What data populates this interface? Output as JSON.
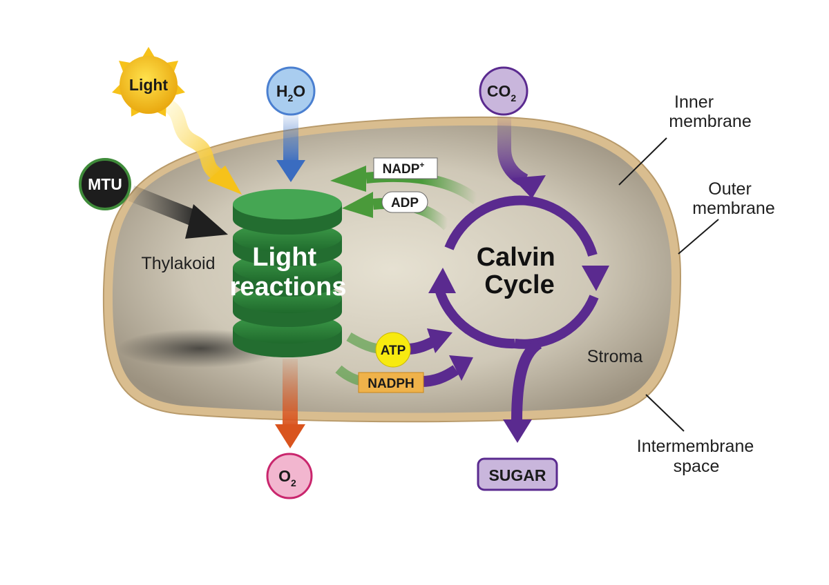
{
  "colors": {
    "stroma": "#cdc6b6",
    "membrane": "#d7b98a",
    "thylakoid": "#2f8a3c",
    "calvin_purple": "#5a2a8f",
    "arrow_green": "#4a9a3a",
    "water_blue": "#4a7fd0",
    "oxygen_orange": "#d9541e",
    "light_yellow": "#f6c21a"
  },
  "icons": {
    "sun": "sun-icon",
    "water": "water-molecule-icon",
    "oxygen": "oxygen-molecule-icon",
    "co2": "carbon-dioxide-icon"
  },
  "inputs": {
    "light": "Light",
    "mtu": "MTU",
    "water": {
      "main": "H",
      "sub": "2",
      "tail": "O"
    },
    "co2": {
      "main": "CO",
      "sub": "2"
    }
  },
  "outputs": {
    "oxygen": {
      "main": "O",
      "sub": "2"
    },
    "sugar": "SUGAR"
  },
  "molecules": {
    "nadp": {
      "main": "NADP",
      "sup": "+"
    },
    "adp": "ADP",
    "atp": "ATP",
    "nadph": "NADPH"
  },
  "regions": {
    "light_reactions": {
      "line1": "Light",
      "line2": "reactions"
    },
    "calvin_cycle": {
      "line1": "Calvin",
      "line2": "Cycle"
    },
    "thylakoid": "Thylakoid",
    "stroma": "Stroma"
  },
  "callouts": {
    "inner_membrane": {
      "line1": "Inner",
      "line2": "membrane"
    },
    "outer_membrane": {
      "line1": "Outer",
      "line2": "membrane"
    },
    "intermembrane_space": {
      "line1": "Intermembrane",
      "line2": "space"
    }
  }
}
